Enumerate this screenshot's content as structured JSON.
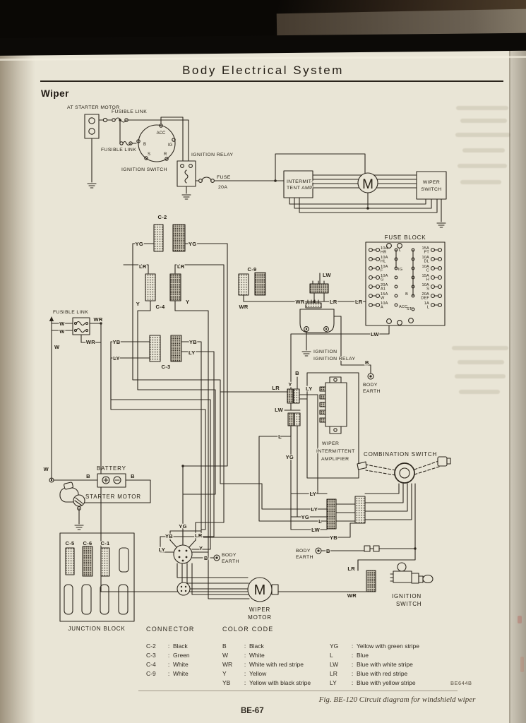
{
  "page": {
    "header_title": "Body Electrical System",
    "section_title": "Wiper",
    "figure_code": "BE644B",
    "figure_caption": "Fig. BE-120  Circuit diagram for windshield wiper",
    "page_number": "BE-67"
  },
  "diagram": {
    "components": {
      "at_starter_motor": "AT STARTER MOTOR",
      "fusible_link": "FUSIBLE LINK",
      "ignition_switch": "IGNITION SWITCH",
      "ignition_relay": "IGNITION RELAY",
      "fuse": "FUSE",
      "fuse_rating": "20A",
      "intermit": "INTERMIT-",
      "tent_amp": "TENT AMP",
      "wiper": "WIPER",
      "switch": "SWITCH",
      "ignition": "IGNITION",
      "motor": "MOTOR",
      "m": "M",
      "body": "BODY",
      "earth": "EARTH",
      "intermittent": "INTERMITTENT",
      "amplifier": "AMPLIFIER",
      "combination_switch": "COMBINATION SWITCH",
      "battery": "BATTERY",
      "starter_motor": "STARTER MOTOR",
      "junction_block": "JUNCTION BLOCK"
    },
    "connectors": {
      "c2": "C-2",
      "c3": "C-3",
      "c4": "C-4",
      "c9": "C-9",
      "c5": "C-5",
      "c6": "C-6",
      "c1": "C-1"
    },
    "ignition_terminals": {
      "acc": "ACC",
      "b": "B",
      "s": "S",
      "r": "R",
      "ig": "IG"
    },
    "wire": {
      "w": "W",
      "wr": "WR",
      "b": "B",
      "y": "Y",
      "yb": "YB",
      "yg": "YG",
      "l": "L",
      "lw": "LW",
      "lr": "LR",
      "ly": "LY"
    },
    "fuse_block": {
      "title": "FUSE BLOCK",
      "left_fuses": [
        {
          "a": "10A",
          "n": "HR"
        },
        {
          "a": "10A",
          "n": "HL"
        },
        {
          "a": "10A",
          "n": "F"
        },
        {
          "a": "10A",
          "n": "G"
        },
        {
          "a": "20A",
          "n": "A1"
        },
        {
          "a": "15A",
          "n": "W"
        },
        {
          "a": "10A",
          "n": "A"
        }
      ],
      "right_fuses": [
        {
          "a": "15A",
          "n": "PT"
        },
        {
          "a": "10A",
          "n": "DL"
        },
        {
          "a": "10A",
          "n": "C"
        },
        {
          "a": "15A",
          "n": "H"
        },
        {
          "a": "10A",
          "n": "S"
        },
        {
          "a": "20A",
          "n": "DEF"
        },
        {
          "a": "1A",
          "n": "L"
        }
      ],
      "terminals": {
        "l": "L",
        "ig": "IG",
        "acc": "ACC",
        "b": "B",
        "st": "ST"
      }
    }
  },
  "legend": {
    "connector_heading": "CONNECTOR",
    "color_code_heading": "COLOR CODE",
    "separator": ":",
    "connector_rows": [
      {
        "code": "C-2",
        "desc": "Black"
      },
      {
        "code": "C-3",
        "desc": "Green"
      },
      {
        "code": "C-4",
        "desc": "White"
      },
      {
        "code": "C-9",
        "desc": "White"
      }
    ],
    "color_rows_left": [
      {
        "code": "B",
        "desc": "Black"
      },
      {
        "code": "W",
        "desc": "White"
      },
      {
        "code": "WR",
        "desc": "White with red stripe"
      },
      {
        "code": "Y",
        "desc": "Yellow"
      },
      {
        "code": "YB",
        "desc": "Yellow with black stripe"
      }
    ],
    "color_rows_right": [
      {
        "code": "YG",
        "desc": "Yellow with green stripe"
      },
      {
        "code": "L",
        "desc": "Blue"
      },
      {
        "code": "LW",
        "desc": "Blue with white stripe"
      },
      {
        "code": "LR",
        "desc": "Blue with red stripe"
      },
      {
        "code": "LY",
        "desc": "Blue with yellow stripe"
      }
    ]
  }
}
